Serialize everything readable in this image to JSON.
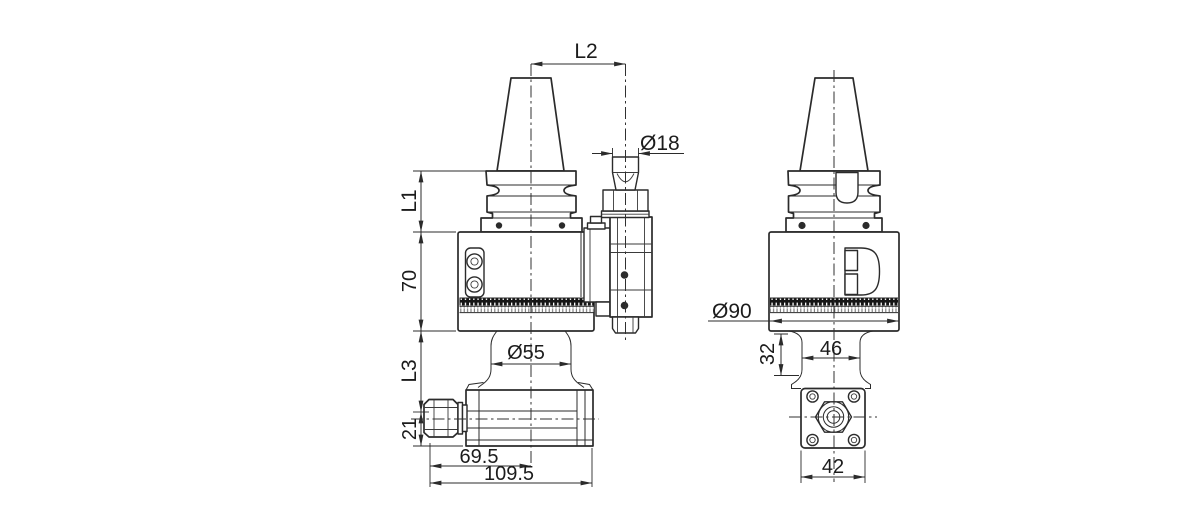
{
  "drawing": {
    "colors": {
      "background": "#ffffff",
      "line": "#2b2b2b",
      "serration": "#151515"
    },
    "dimensions": {
      "left": {
        "L2": "L2",
        "D18": "Ø18",
        "L1": "L1",
        "H70": "70",
        "L3": "L3",
        "H21": "21",
        "D55": "Ø55",
        "W69_5": "69.5",
        "W109_5": "109.5"
      },
      "right": {
        "D90": "Ø90",
        "H32": "32",
        "W46": "46",
        "W42": "42"
      }
    }
  }
}
